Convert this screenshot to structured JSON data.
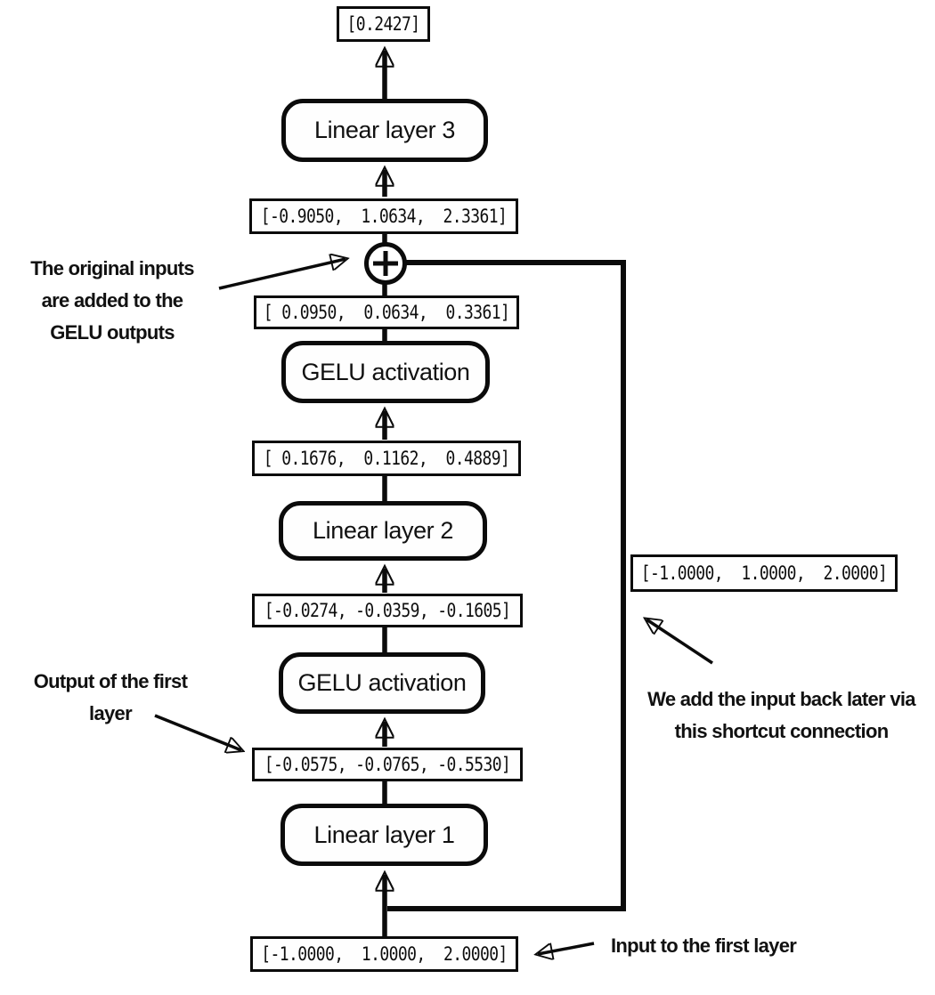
{
  "layers": {
    "linear3": "Linear layer 3",
    "gelu_top": "GELU activation",
    "linear2": "Linear layer 2",
    "gelu_bottom": "GELU activation",
    "linear1": "Linear layer 1"
  },
  "values": {
    "final_output": "[0.2427]",
    "after_add": "[-0.9050,  1.0634,  2.3361]",
    "gelu_top_output": "[ 0.0950,  0.0634,  0.3361]",
    "linear2_output": "[ 0.1676,  0.1162,  0.4889]",
    "gelu_bottom_output": "[-0.0274, -0.0359, -0.1605]",
    "linear1_output": "[-0.0575, -0.0765, -0.5530]",
    "input": "[-1.0000,  1.0000,  2.0000]",
    "shortcut_value": "[-1.0000,  1.0000,  2.0000]"
  },
  "annotations": {
    "add_note_line1": "The original inputs",
    "add_note_line2": "are added to the",
    "add_note_line3": "GELU outputs",
    "output_note_line1": "Output of the first",
    "output_note_line2": "layer",
    "shortcut_note_line1": "We add the input back later via",
    "shortcut_note_line2": "this shortcut connection",
    "input_note": "Input to the first layer"
  },
  "colors": {
    "stroke": "#0b0b0b",
    "background": "#ffffff"
  }
}
